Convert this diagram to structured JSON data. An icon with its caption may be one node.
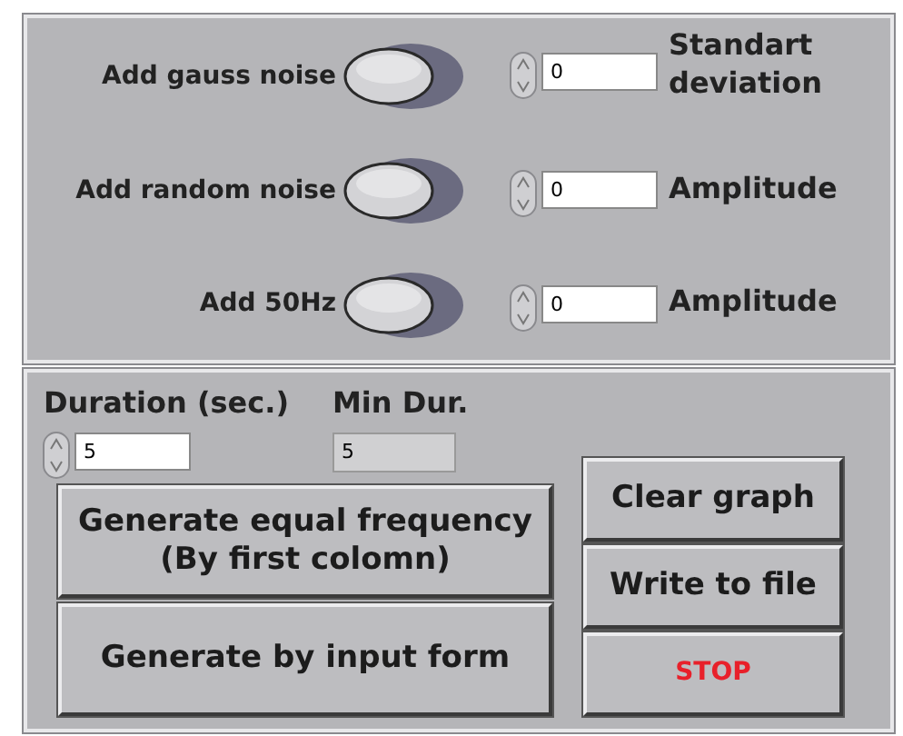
{
  "diagram": {
    "nodes": [
      {
        "text": [],
        "shape": "box"
      },
      {
        "text": [],
        "shape": "box"
      },
      {
        "text": [
          "Generate equal frequency (By first colomn)"
        ],
        "in": 1
      },
      {
        "text": [
          "Clear graph"
        ],
        "in": 1
      },
      {
        "text": [
          "Write to file"
        ],
        "in": 1
      },
      {
        "text": [
          "Generate by input form"
        ],
        "in": 1
      },
      {
        "text": [
          "STOP"
        ],
        "in": 1
      }
    ],
    "labels": [
      "Add gauss noise",
      "0",
      "Standart deviation",
      "Add random noise",
      "0",
      "Amplitude",
      "Add 50Hz",
      "0",
      "Amplitude",
      "Duration (sec.)",
      "Min Dur.",
      "5",
      "5"
    ]
  }
}
